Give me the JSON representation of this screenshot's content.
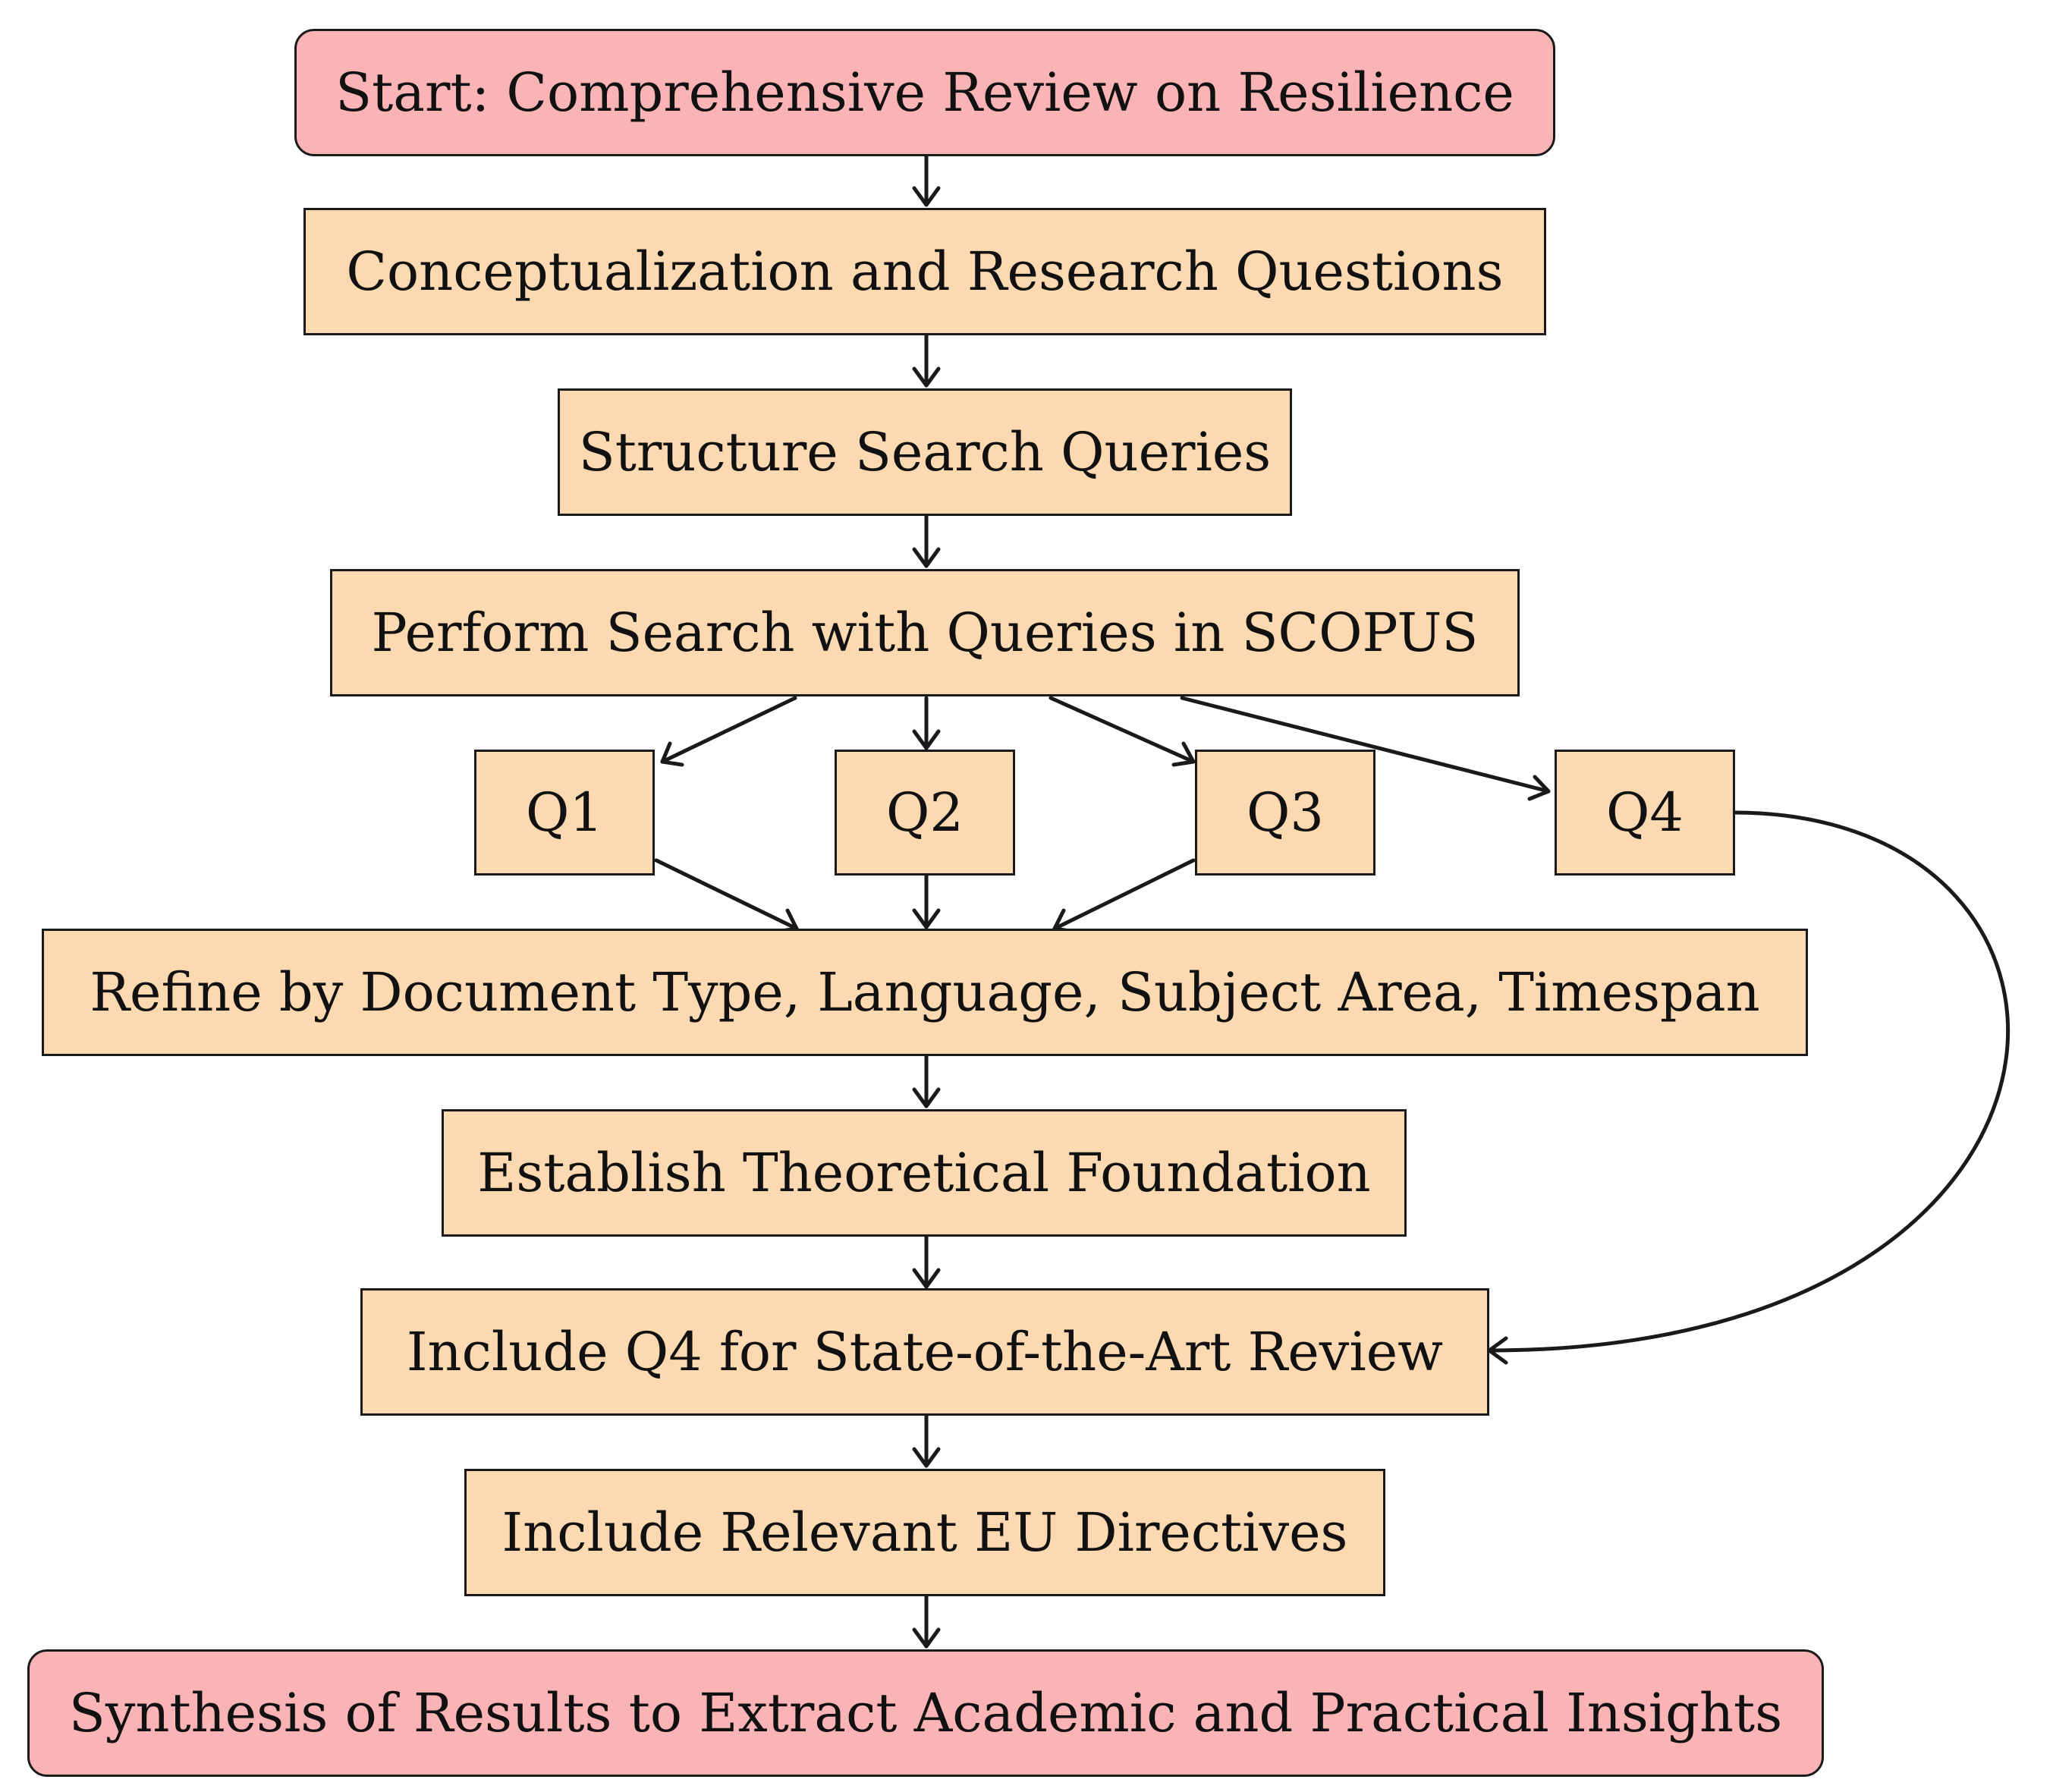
{
  "nodes": {
    "start": "Start: Comprehensive Review on Resilience",
    "conceptualization": "Conceptualization and Research Questions",
    "structure": "Structure Search Queries",
    "search": "Perform Search with Queries in SCOPUS",
    "q1": "Q1",
    "q2": "Q2",
    "q3": "Q3",
    "q4": "Q4",
    "refine": "Refine by Document Type, Language, Subject Area, Timespan",
    "foundation": "Establish Theoretical Foundation",
    "include_q4": "Include Q4 for State-of-the-Art Review",
    "directives": "Include Relevant EU Directives",
    "synthesis": "Synthesis of Results to Extract Academic and Practical Insights"
  },
  "colors": {
    "terminal_fill": "#fbb4b6",
    "process_fill": "#fdd9b2",
    "stroke": "#1a1a1a"
  }
}
